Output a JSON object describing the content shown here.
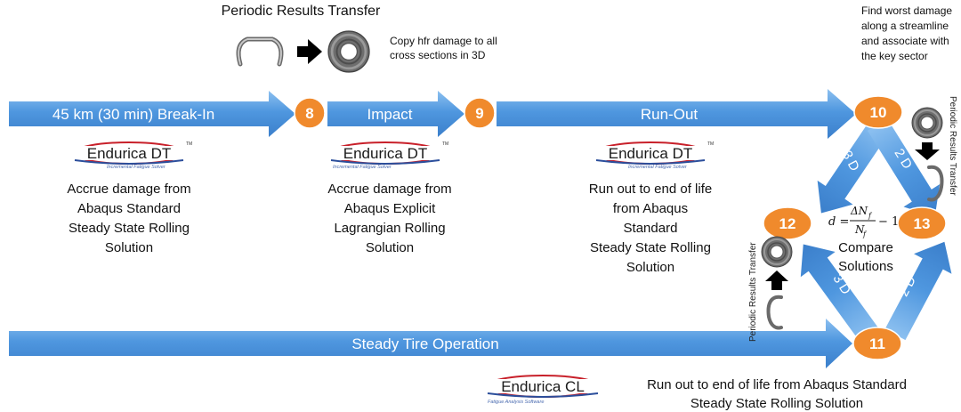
{
  "title": "Periodic Results Transfer",
  "copy_note": [
    "Copy hfr damage to all",
    "cross sections in 3D"
  ],
  "worst_note": [
    "Find worst damage",
    "along a streamline",
    "and associate with",
    "the key sector"
  ],
  "arrows": {
    "break_in": "45 km (30 min) Break-In",
    "impact": "Impact",
    "run_out": "Run-Out",
    "steady": "Steady Tire Operation"
  },
  "nodes": {
    "n8": "8",
    "n9": "9",
    "n10": "10",
    "n11": "11",
    "n12": "12",
    "n13": "13"
  },
  "diag_labels": {
    "d_10_12": "3 D",
    "d_10_13": "2 D",
    "d_11_12": "3 D",
    "d_11_13": "2 D"
  },
  "logos": {
    "dt_name": "Endurica DT",
    "dt_tag": "Incremental Fatigue Solver",
    "cl_name": "Endurica CL",
    "cl_tag": "Fatigue Analysis Software",
    "tm": "TM"
  },
  "captions": {
    "breakin": [
      "Accrue damage from",
      "Abaqus Standard",
      "Steady State Rolling",
      "Solution"
    ],
    "impact": [
      "Accrue damage from",
      "Abaqus Explicit",
      "Lagrangian Rolling",
      "Solution"
    ],
    "runout": [
      "Run out to end of life",
      "from Abaqus",
      "Standard",
      "Steady State Rolling",
      "Solution"
    ],
    "steady": [
      "Run out to end of life from Abaqus Standard",
      "Steady State Rolling Solution"
    ],
    "compare": [
      "Compare",
      "Solutions"
    ]
  },
  "formula": {
    "lhs": "d =",
    "num": "ΔN",
    "num_sub": "f",
    "den": "N",
    "den_sub": "f",
    "tail": "− 1"
  },
  "side_labels": {
    "right": "Periodic Results Transfer",
    "left": "Periodic Results Transfer"
  },
  "colors": {
    "arrow_blue": "#4a90d9",
    "arrow_light": "#8cbcec",
    "node_orange": "#f08a2c",
    "logo_red": "#c8202a",
    "logo_blue": "#2b4e9b"
  }
}
